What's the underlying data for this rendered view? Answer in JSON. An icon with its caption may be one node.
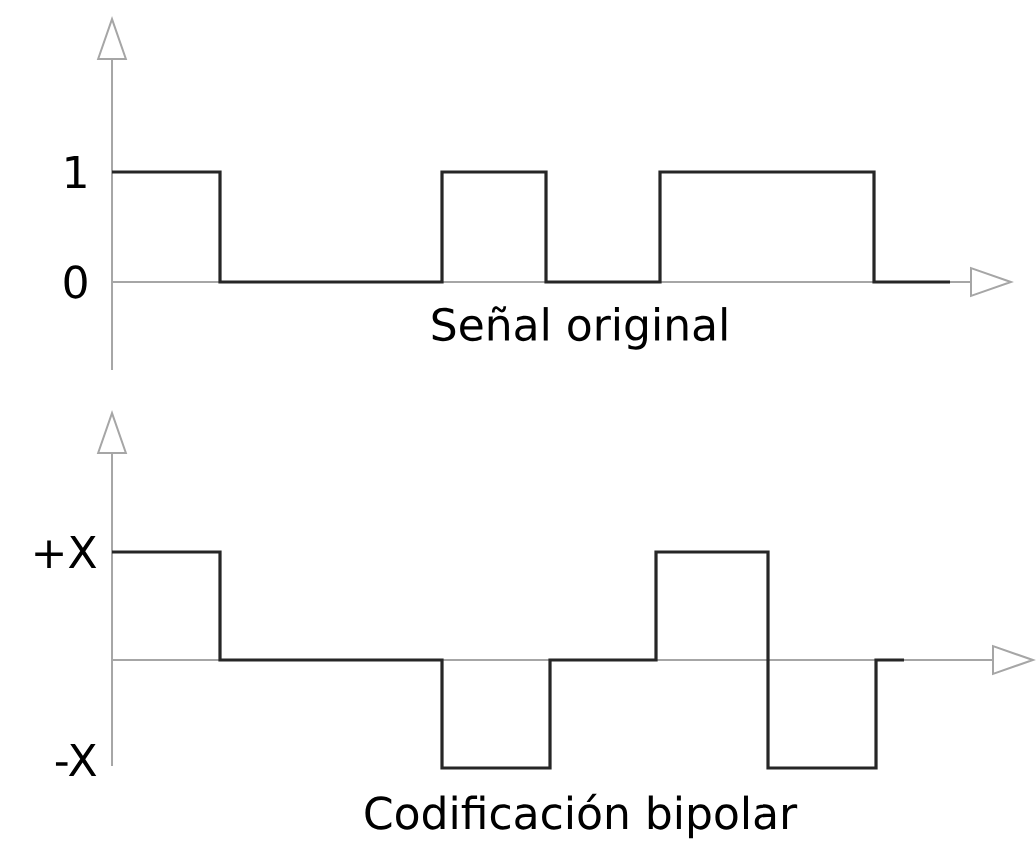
{
  "diagram": {
    "labels": [
      "1",
      "0",
      "Señal original",
      "+X",
      "-X",
      "Codificación bipolar"
    ]
  }
}
